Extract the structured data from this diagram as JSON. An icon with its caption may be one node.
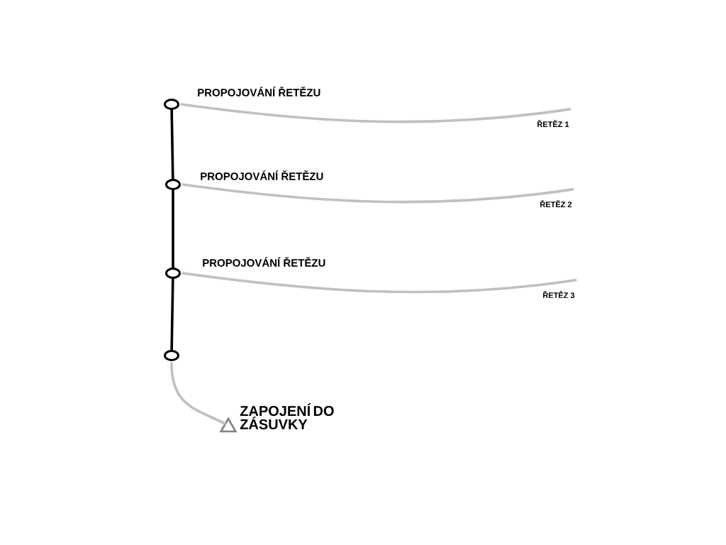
{
  "diagram": {
    "nodes": [
      {
        "text": [],
        "shape": "circle",
        "beside": [
          "PROPOJOVÁNÍ ŘETĚZU"
        ]
      },
      {
        "text": [],
        "shape": "circle",
        "beside": [
          "PROPOJOVÁNÍ ŘETĚZU"
        ]
      },
      {
        "text": [],
        "shape": "circle",
        "beside": [
          "PROPOJOVÁNÍ ŘETĚZU"
        ]
      },
      {
        "text": [],
        "shape": "circle"
      },
      {
        "text": [
          "ŘETĚZ 1"
        ]
      },
      {
        "text": [
          "ŘETĚZ 2"
        ]
      },
      {
        "text": [
          "ŘETĚZ 3"
        ]
      },
      {
        "text": [],
        "shape": "triangle",
        "beside": [
          "ZAPOJENÍ DO ZÁSUVKY"
        ]
      }
    ],
    "edges": [
      {
        "from": 0,
        "to": 1,
        "arrow": "none",
        "color": "#000000"
      },
      {
        "from": 1,
        "to": 2,
        "arrow": "none",
        "color": "#000000"
      },
      {
        "from": 2,
        "to": 3,
        "arrow": "none",
        "color": "#000000"
      },
      {
        "from": 0,
        "to": 4,
        "arrow": "none"
      },
      {
        "from": 1,
        "to": 5,
        "arrow": "none"
      },
      {
        "from": 2,
        "to": 6,
        "arrow": "none"
      },
      {
        "from": 3,
        "to": 7,
        "arrow": "none"
      }
    ]
  }
}
